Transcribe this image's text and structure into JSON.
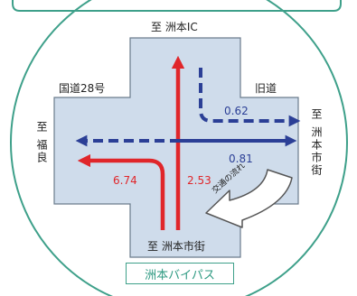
{
  "labels": {
    "north": "至 洲本IC",
    "south": "至 洲本市街",
    "west": "至 福良",
    "east": "至 洲本市街",
    "route_west": "国道28号",
    "route_east": "旧道",
    "flow_direction": "交通の流れ",
    "bypass": "洲本バイパス"
  },
  "values": {
    "east_upper": "0.62",
    "east_lower": "0.81",
    "west_red": "6.74",
    "south_red": "2.53"
  },
  "colors": {
    "red_flow": "#e0262a",
    "blue_flow": "#2b3f96",
    "road": "#cfdceb",
    "accent": "#3ea08a"
  }
}
